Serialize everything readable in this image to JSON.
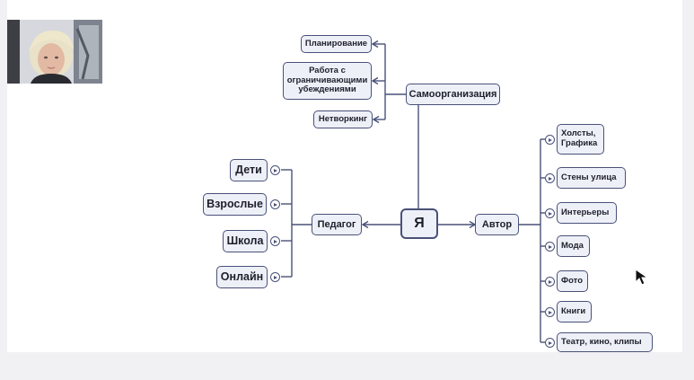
{
  "mindmap": {
    "center": "Я",
    "branches": {
      "self_org": {
        "label": "Самоорганизация",
        "children": [
          "Планирование",
          "Работа с\nограничивающими\nубеждениями",
          "Нетворкинг"
        ]
      },
      "teacher": {
        "label": "Педагог",
        "children": [
          "Дети",
          "Взрослые",
          "Школа",
          "Онлайн"
        ]
      },
      "author": {
        "label": "Автор",
        "children": [
          "Холсты,\nГрафика",
          "Стены улица",
          "Интерьеры",
          "Мода",
          "Фото",
          "Книги",
          "Театр, кино, клипы"
        ]
      }
    }
  },
  "colors": {
    "node_fill": "#eef0f8",
    "node_border": "#4a5178",
    "connector": "#4a5178"
  },
  "icons": {
    "collapse": "collapse-triangle-icon",
    "cursor": "mouse-pointer-icon",
    "webcam": "webcam-feed-thumbnail"
  }
}
